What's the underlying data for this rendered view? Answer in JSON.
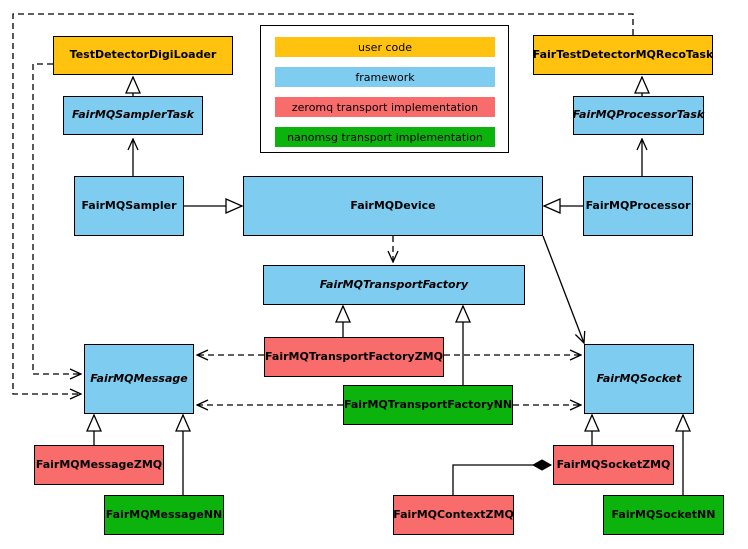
{
  "legend": {
    "items": [
      {
        "label": "user code",
        "color": "#FFC20E"
      },
      {
        "label": "framework",
        "color": "#7ECDF0"
      },
      {
        "label": "zeromq transport implementation",
        "color": "#F96C6C"
      },
      {
        "label": "nanomsg transport implementation",
        "color": "#0CB30C"
      }
    ]
  },
  "nodes": {
    "testDetectorDigiLoader": {
      "label": "TestDetectorDigiLoader",
      "category": "user code"
    },
    "fairTestDetectorMQRecoTask": {
      "label": "FairTestDetectorMQRecoTask",
      "category": "user code"
    },
    "fairMQSamplerTask": {
      "label": "FairMQSamplerTask",
      "category": "framework",
      "abstract": true
    },
    "fairMQProcessorTask": {
      "label": "FairMQProcessorTask",
      "category": "framework",
      "abstract": true
    },
    "fairMQSampler": {
      "label": "FairMQSampler",
      "category": "framework"
    },
    "fairMQDevice": {
      "label": "FairMQDevice",
      "category": "framework"
    },
    "fairMQProcessor": {
      "label": "FairMQProcessor",
      "category": "framework"
    },
    "fairMQTransportFactory": {
      "label": "FairMQTransportFactory",
      "category": "framework",
      "abstract": true
    },
    "fairMQMessage": {
      "label": "FairMQMessage",
      "category": "framework",
      "abstract": true
    },
    "fairMQSocket": {
      "label": "FairMQSocket",
      "category": "framework",
      "abstract": true
    },
    "fairMQTransportFactoryZMQ": {
      "label": "FairMQTransportFactoryZMQ",
      "category": "zeromq transport implementation"
    },
    "fairMQTransportFactoryNN": {
      "label": "FairMQTransportFactoryNN",
      "category": "nanomsg transport implementation"
    },
    "fairMQMessageZMQ": {
      "label": "FairMQMessageZMQ",
      "category": "zeromq transport implementation"
    },
    "fairMQMessageNN": {
      "label": "FairMQMessageNN",
      "category": "nanomsg transport implementation"
    },
    "fairMQContextZMQ": {
      "label": "FairMQContextZMQ",
      "category": "zeromq transport implementation"
    },
    "fairMQSocketZMQ": {
      "label": "FairMQSocketZMQ",
      "category": "zeromq transport implementation"
    },
    "fairMQSocketNN": {
      "label": "FairMQSocketNN",
      "category": "nanomsg transport implementation"
    }
  },
  "colors": {
    "user_code": "#FFC20E",
    "framework": "#7ECDF0",
    "zeromq": "#F96C6C",
    "nanomsg": "#0CB30C",
    "border": "#000000",
    "background": "#FFFFFF"
  }
}
